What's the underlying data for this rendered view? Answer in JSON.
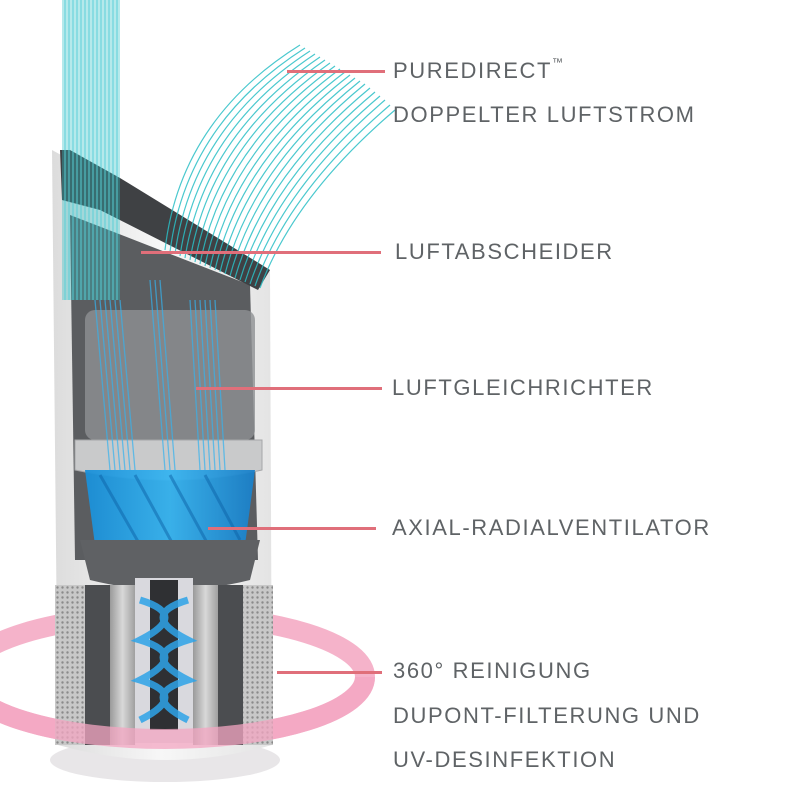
{
  "colors": {
    "callout_line": "#e06f7a",
    "label_text": "#5f6366",
    "airflow_teal": "#2bbfc6",
    "airflow_blue": "#1fa3e0",
    "ring_pink": "#f08fb0",
    "housing_white": "#f2f2f2",
    "housing_dark": "#4a4c4f"
  },
  "callouts": [
    {
      "id": "puredirect",
      "lines": [
        "PUREDIRECT",
        "DOPPELTER LUFTSTROM"
      ],
      "trademark": "™"
    },
    {
      "id": "luftabscheider",
      "lines": [
        "LUFTABSCHEIDER"
      ]
    },
    {
      "id": "luftgleichrichter",
      "lines": [
        "LUFTGLEICHRICHTER"
      ]
    },
    {
      "id": "ventilator",
      "lines": [
        "AXIAL-RADIALVENTILATOR"
      ]
    },
    {
      "id": "reinigung",
      "lines": [
        "360° REINIGUNG",
        "DUPONT-FILTERUNG UND",
        "UV-DESINFEKTION"
      ]
    }
  ],
  "illustration": {
    "subject": "air-purifier-cutaway"
  }
}
